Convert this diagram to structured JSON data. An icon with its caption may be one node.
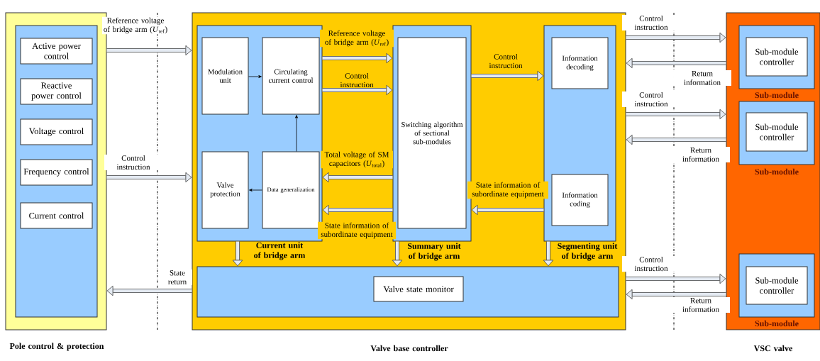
{
  "diagram": {
    "nodes": [
      {
        "text": [
          "Pole control & protection"
        ]
      },
      {
        "text": [],
        "shape": "box",
        "in": 0
      },
      {
        "text": [
          "Active power control"
        ],
        "in": 1
      },
      {
        "text": [
          "Reactive power control"
        ],
        "in": 1
      },
      {
        "text": [
          "Voltage control"
        ],
        "in": 1
      },
      {
        "text": [
          "Frequency control"
        ],
        "in": 1
      },
      {
        "text": [
          "Current control"
        ],
        "in": 1
      },
      {
        "text": [
          "Valve base controller"
        ]
      },
      {
        "text": [
          "Current unit of bridge arm"
        ],
        "in": 7
      },
      {
        "text": [
          "Modulation unit"
        ],
        "in": 8
      },
      {
        "text": [
          "Circulating current control"
        ],
        "in": 8
      },
      {
        "text": [
          "Valve protection"
        ],
        "in": 8
      },
      {
        "text": [
          "Data generalization"
        ],
        "in": 8
      },
      {
        "text": [
          "Summary unit of bridge arm"
        ],
        "in": 7
      },
      {
        "text": [
          "Switching algorithm of sectional sub-modules"
        ],
        "in": 13
      },
      {
        "text": [
          "Segmenting unit of bridge arm"
        ],
        "in": 7
      },
      {
        "text": [
          "Information decoding"
        ],
        "in": 15
      },
      {
        "text": [
          "Information coding"
        ],
        "in": 15
      },
      {
        "text": [],
        "shape": "box",
        "in": 7
      },
      {
        "text": [
          "Valve state monitor"
        ],
        "in": 18
      },
      {
        "text": [
          "VSC valve"
        ]
      },
      {
        "text": [
          "Sub-module"
        ],
        "in": 20
      },
      {
        "text": [
          "Sub-module controller"
        ],
        "in": 21
      },
      {
        "text": [
          "Sub-module"
        ],
        "in": 20
      },
      {
        "text": [
          "Sub-module controller"
        ],
        "in": 23
      },
      {
        "text": [
          "Sub-module"
        ],
        "in": 20
      },
      {
        "text": [
          "Sub-module controller"
        ],
        "in": 25
      }
    ],
    "edges": [
      {
        "from": 0,
        "to": 7,
        "arrow": "to",
        "label": "Reference voltage of bridge arm (*U*$_{ref}$)"
      },
      {
        "from": 0,
        "to": 7,
        "arrow": "to",
        "label": "Control instruction"
      },
      {
        "from": 7,
        "to": 0,
        "arrow": "to",
        "label": "State return"
      },
      {
        "from": 8,
        "to": 13,
        "arrow": "to",
        "label": "Reference voltage of bridge arm (*U*$_{ref}$)"
      },
      {
        "from": 8,
        "to": 13,
        "arrow": "to",
        "label": "Control instruction"
      },
      {
        "from": 13,
        "to": 8,
        "arrow": "to",
        "label": "Total voltage of SM capacitors (*U*$_{total}$)"
      },
      {
        "from": 13,
        "to": 8,
        "arrow": "to",
        "label": "State information of subordinate equipment"
      },
      {
        "from": 13,
        "to": 15,
        "arrow": "to",
        "label": "Control instruction"
      },
      {
        "from": 15,
        "to": 13,
        "arrow": "to",
        "label": "State information of subordinate equipment"
      },
      {
        "from": 9,
        "to": 10,
        "arrow": "to"
      },
      {
        "from": 12,
        "to": 10,
        "arrow": "to"
      },
      {
        "from": 12,
        "to": 11,
        "arrow": "to"
      },
      {
        "from": 8,
        "to": 18,
        "arrow": "to"
      },
      {
        "from": 13,
        "to": 18,
        "arrow": "to"
      },
      {
        "from": 15,
        "to": 18,
        "arrow": "to"
      },
      {
        "from": 7,
        "to": 20,
        "arrow": "to",
        "label": "Control instruction"
      },
      {
        "from": 20,
        "to": 7,
        "arrow": "to",
        "label": "Return information"
      },
      {
        "from": 7,
        "to": 20,
        "arrow": "to",
        "label": "Control instruction"
      },
      {
        "from": 20,
        "to": 7,
        "arrow": "to",
        "label": "Return information"
      },
      {
        "from": 7,
        "to": 20,
        "arrow": "to",
        "label": "Control instruction"
      },
      {
        "from": 20,
        "to": 7,
        "arrow": "to",
        "label": "Return information"
      }
    ]
  }
}
